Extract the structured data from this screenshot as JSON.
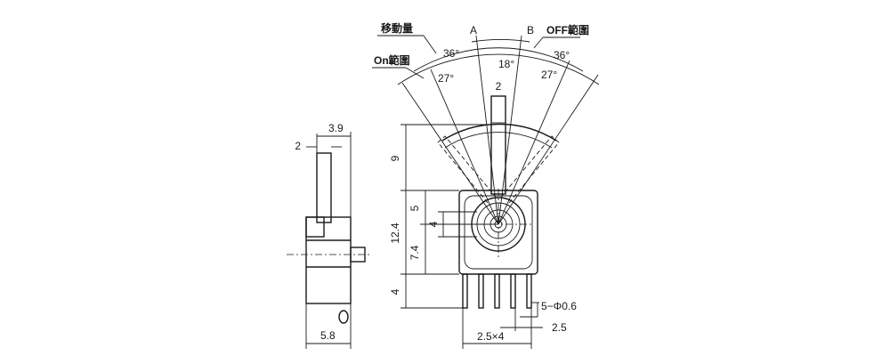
{
  "labels": {
    "travel": "移動量",
    "on_range": "On範圍",
    "off_range": "OFF範圍",
    "point_a": "A",
    "point_b": "B",
    "angle_36_left": "36°",
    "angle_27_left": "27°",
    "angle_18": "18°",
    "angle_36_right": "36°",
    "angle_27_right": "27°",
    "lever_width": "2"
  },
  "front_dims": {
    "height_9": "9",
    "height_12_4": "12.4",
    "height_4": "4",
    "height_5": "5",
    "height_4_inner": "4",
    "height_7_4": "7.4",
    "pins": "5−Φ0.6",
    "pitch": "2.5",
    "span": "2.5×4"
  },
  "side_dims": {
    "lever_2": "2",
    "width_3_9": "3.9",
    "depth_5_8": "5.8"
  }
}
